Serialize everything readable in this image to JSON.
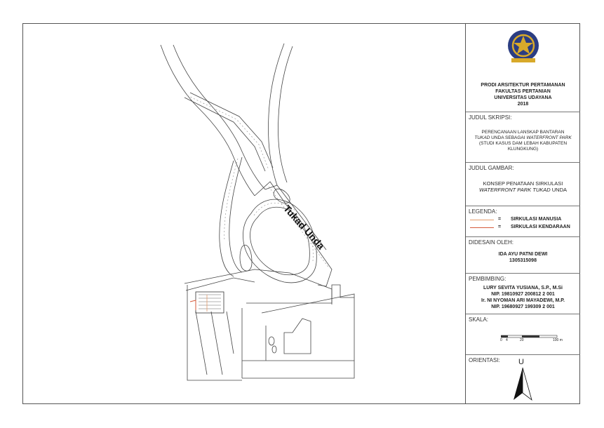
{
  "institution": {
    "program": "PRODI ARSITEKTUR PERTAMANAN",
    "faculty": "FAKULTAS PERTANIAN",
    "university": "UNIVERSITAS UDAYANA",
    "year": "2018",
    "logo_text": "UNIVERSITAS UDAYANA",
    "logo_color": "#2b3d82",
    "logo_accent": "#d8a92a"
  },
  "thesis": {
    "heading": "JUDUL SKRIPSI:",
    "line1": "PERENCANAAN LANSKAP BANTARAN",
    "line2_italic": "TUKAD",
    "line2_mid": " UNDA SEBAGAI ",
    "line2_italic2": "WATERFRONT PARK",
    "line3": "(STUDI KASUS DAM LEBAH KABUPATEN",
    "line4": "KLUNGKUNG)"
  },
  "drawing": {
    "heading": "JUDUL GAMBAR:",
    "line1": "KONSEP PENATAAN SIRKULASI",
    "line2_italic": "WATERFRONT PARK TUKAD",
    "line2_rest": " UNDA"
  },
  "legend": {
    "heading": "LEGENDA:",
    "items": [
      {
        "symbol": "=",
        "label": "SIRKULASI MANUSIA",
        "color": "#e29a6a"
      },
      {
        "symbol": "=",
        "label": "SIRKULASI KENDARAAN",
        "color": "#d65a3a"
      }
    ]
  },
  "designer": {
    "heading": "DIDESAIN OLEH:",
    "name": "IDA AYU PATNI DEWI",
    "id": "1305315098"
  },
  "advisors": {
    "heading": "PEMBIMBING:",
    "a1_name": "LURY SEVITA YUSIANA, S.P., M.Si",
    "a1_nip": "NIP. 19810927 200812 2 001",
    "a2_name": "Ir. NI NYOMAN ARI MAYADEWI, M.P.",
    "a2_nip": "NIP. 19680927 199309 2 001"
  },
  "scale": {
    "heading": "SKALA:",
    "ticks": [
      "0",
      "4",
      "20",
      "100 m"
    ]
  },
  "orientation": {
    "heading": "ORIENTASI:",
    "north": "U"
  },
  "map": {
    "label": "Tukad Unda"
  }
}
